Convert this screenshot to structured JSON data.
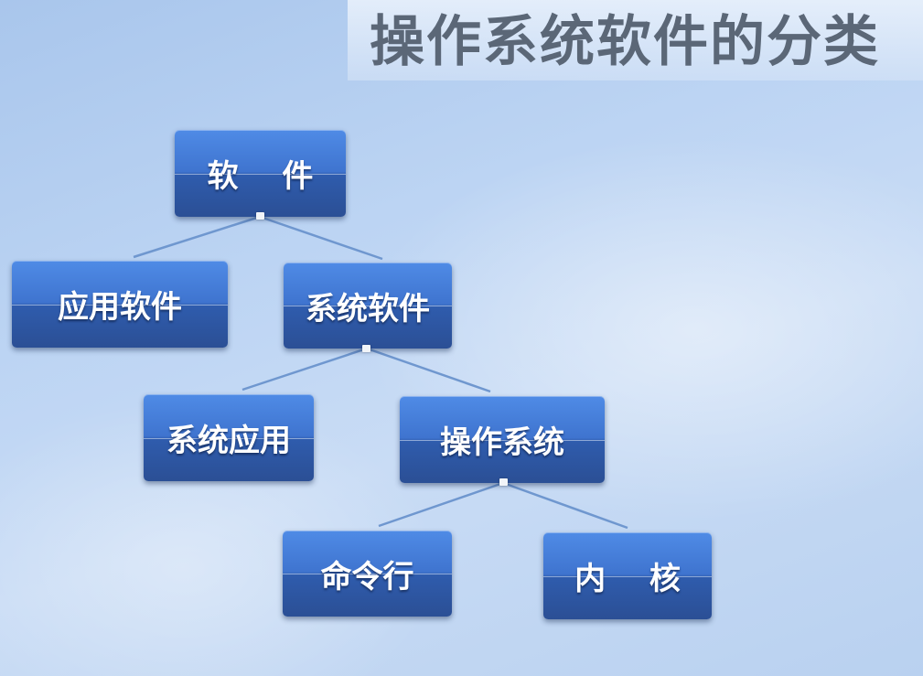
{
  "slide": {
    "title": "操作系统软件的分类"
  },
  "tree": {
    "root": "软 件",
    "level1": [
      "应用软件",
      "系统软件"
    ],
    "level2": [
      "系统应用",
      "操作系统"
    ],
    "level3": [
      "命令行",
      "内 核"
    ]
  }
}
